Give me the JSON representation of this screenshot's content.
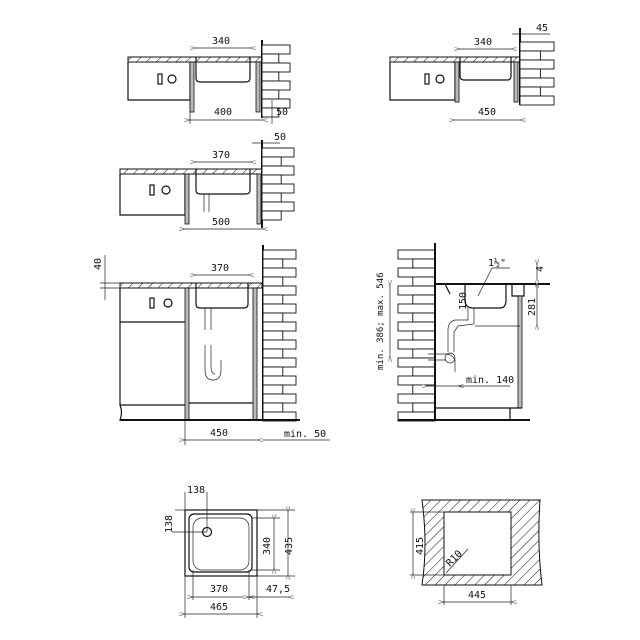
{
  "drawings": {
    "view_1": {
      "bowl_width": "340",
      "cabinet_width": "400",
      "wall_gap": "50"
    },
    "view_2": {
      "bowl_width": "340",
      "wall_gap": "45",
      "cabinet_width": "450"
    },
    "view_3": {
      "bowl_width": "370",
      "wall_gap": "50",
      "cabinet_width": "500"
    },
    "view_4": {
      "top_thickness": "40",
      "bowl_width": "370",
      "cabinet_width": "450",
      "wall_gap": "min. 50"
    },
    "view_5": {
      "drain_size": "1½\"",
      "rim": "4",
      "drain_height": "150",
      "bowl_depth": "281",
      "outlet_height": "min. 386; max. 546",
      "outlet_distance": "min. 140"
    },
    "plan_view": {
      "drain_offset_x": "138",
      "drain_offset_y": "138",
      "bowl_depth": "340",
      "overall_depth": "435",
      "bowl_width": "370",
      "overall_width": "465",
      "edge": "47,5"
    },
    "cutout": {
      "height": "415",
      "radius": "R10",
      "width": "445"
    }
  }
}
